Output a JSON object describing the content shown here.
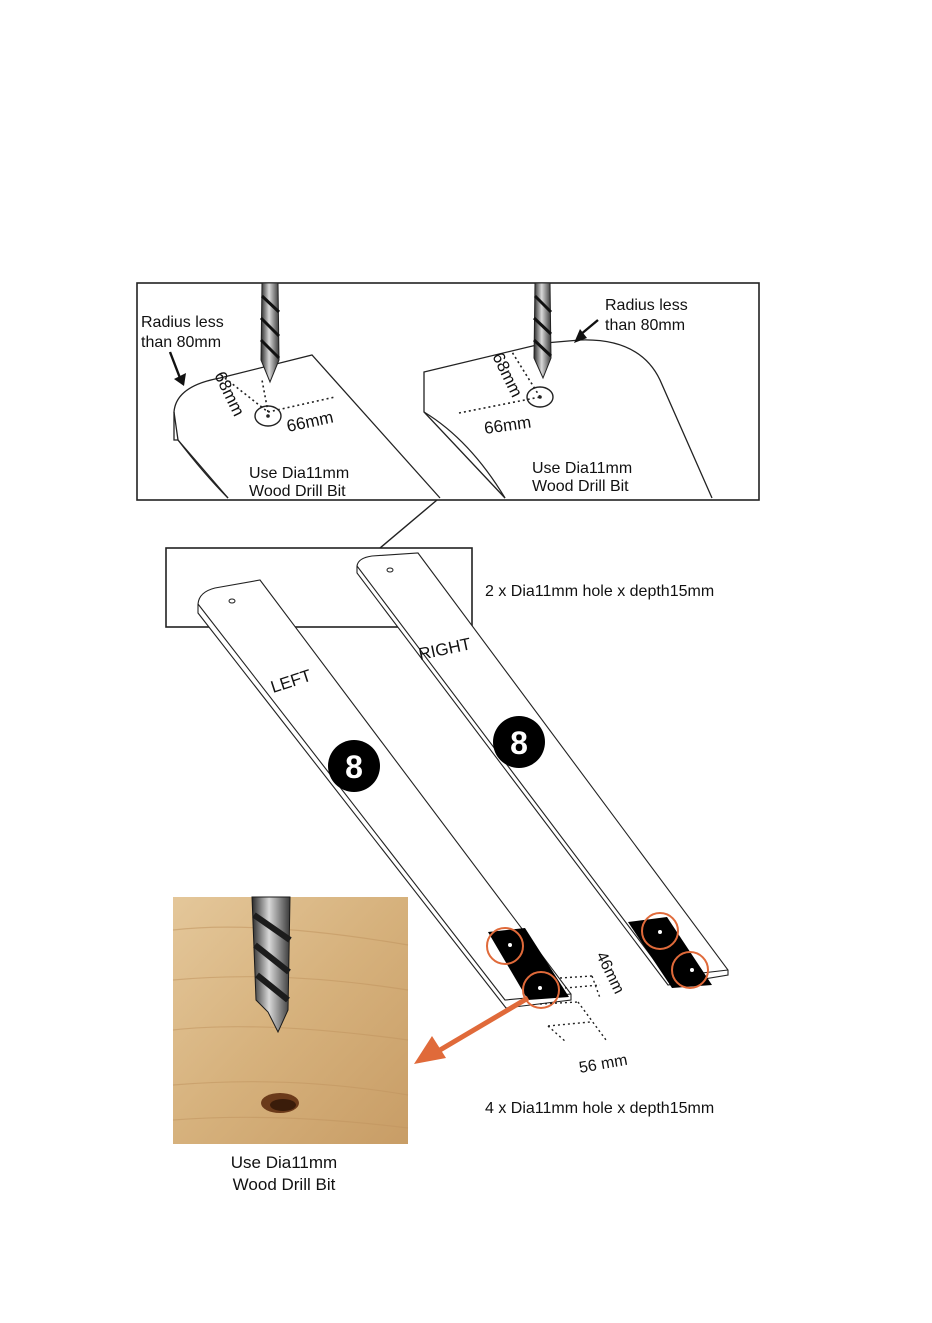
{
  "detail": {
    "left": {
      "radius_line1": "Radius less",
      "radius_line2": "than 80mm",
      "dim_vertical": "68mm",
      "dim_horizontal": "66mm",
      "drill_line1": "Use Dia11mm",
      "drill_line2": "Wood Drill Bit"
    },
    "right": {
      "radius_line1": "Radius less",
      "radius_line2": "than 80mm",
      "dim_vertical": "68mm",
      "dim_horizontal": "66mm",
      "drill_line1": "Use Dia11mm",
      "drill_line2": "Wood Drill Bit"
    }
  },
  "callout_top": "2 x Dia11mm hole x depth15mm",
  "boards": {
    "left_label": "LEFT",
    "right_label": "RIGHT",
    "left_part_number": "8",
    "right_part_number": "8"
  },
  "bottom_dims": {
    "d46": "46mm",
    "d56": "56 mm"
  },
  "callout_bottom": "4 x Dia11mm hole x depth15mm",
  "photo_caption": {
    "line1": "Use Dia11mm",
    "line2": "Wood Drill Bit"
  },
  "colors": {
    "accent_orange": "#e06a3a",
    "wood": "#d8b888"
  }
}
